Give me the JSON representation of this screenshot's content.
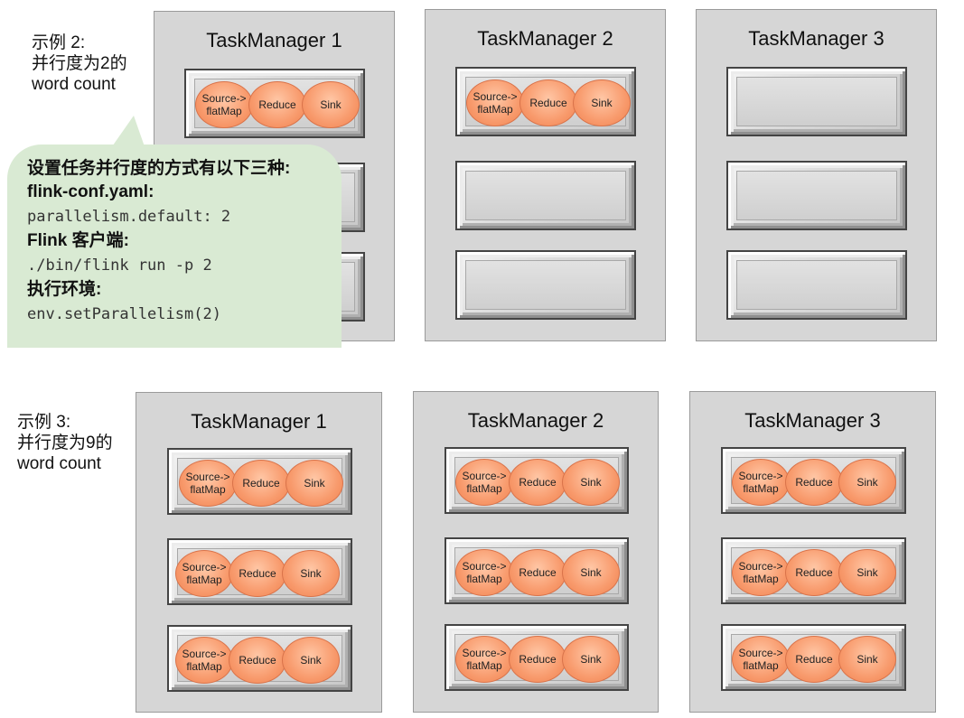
{
  "example2": {
    "caption": [
      "示例 2:",
      "并行度为2的",
      "word count"
    ],
    "task_managers": [
      {
        "title": "TaskManager 1",
        "slots": [
          true,
          false,
          false
        ]
      },
      {
        "title": "TaskManager 2",
        "slots": [
          true,
          false,
          false
        ]
      },
      {
        "title": "TaskManager 3",
        "slots": [
          false,
          false,
          false
        ]
      }
    ]
  },
  "example3": {
    "caption": [
      "示例 3:",
      "并行度为9的",
      "word count"
    ],
    "task_managers": [
      {
        "title": "TaskManager 1",
        "slots": [
          true,
          true,
          true
        ]
      },
      {
        "title": "TaskManager 2",
        "slots": [
          true,
          true,
          true
        ]
      },
      {
        "title": "TaskManager 3",
        "slots": [
          true,
          true,
          true
        ]
      }
    ]
  },
  "operators": {
    "source": [
      "Source->",
      "flatMap"
    ],
    "reduce": "Reduce",
    "sink": "Sink"
  },
  "callout": {
    "heading": "设置任务并行度的方式有以下三种:",
    "items": [
      {
        "label": "flink-conf.yaml:",
        "code": "parallelism.default: 2"
      },
      {
        "label": "Flink 客户端:",
        "code": "./bin/flink run -p 2"
      },
      {
        "label": "执行环境:",
        "code": "env.setParallelism(2)"
      }
    ]
  },
  "colors": {
    "task_manager_bg": "#d6d6d6",
    "operator_fill": "#f89a6c",
    "callout_bg": "#d9ead3"
  }
}
